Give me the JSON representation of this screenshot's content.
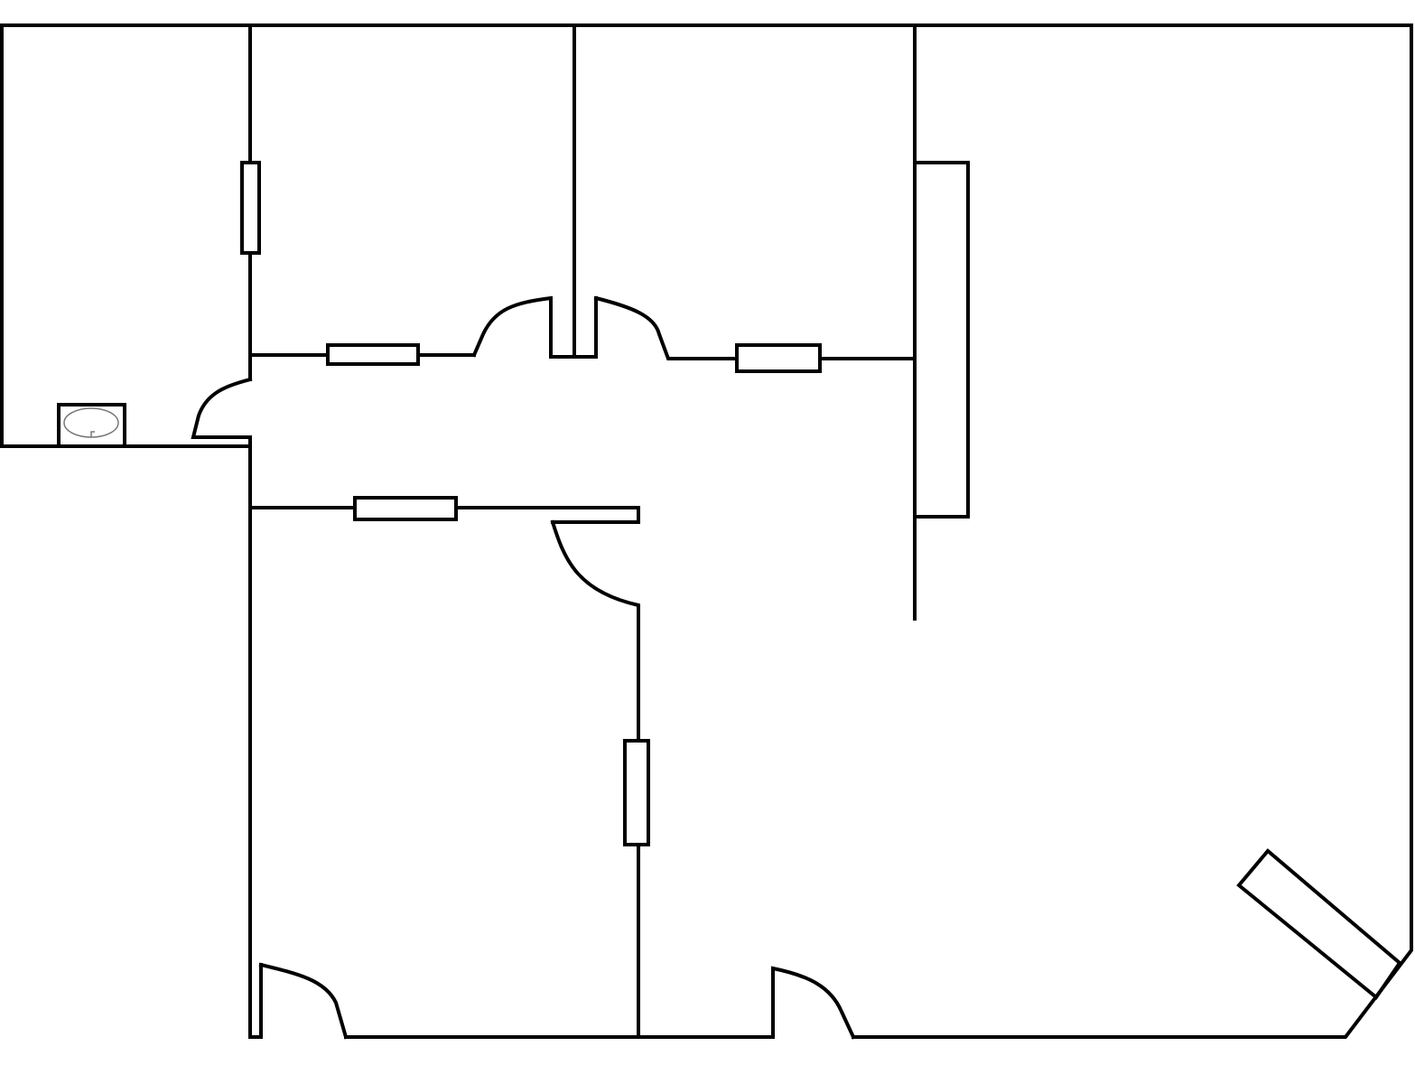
{
  "diagram": {
    "type": "floor-plan",
    "colors": {
      "wall": "#000000",
      "background": "#ffffff",
      "fixture_outline": "#777777"
    },
    "elements": [
      "walls",
      "windows",
      "doors",
      "sink",
      "counter",
      "angled-window"
    ]
  }
}
